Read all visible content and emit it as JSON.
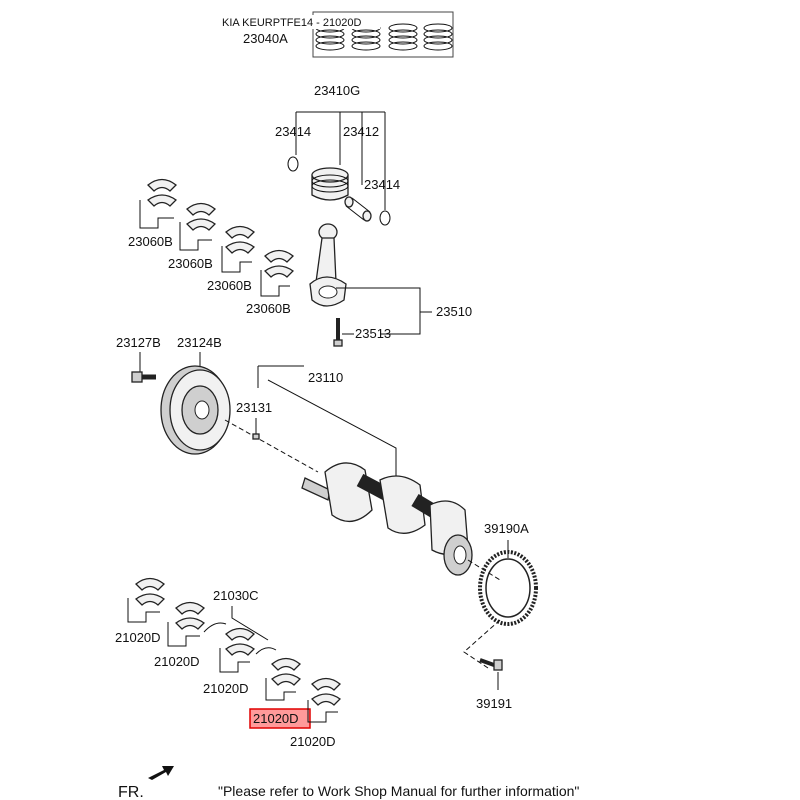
{
  "kit_title": "KIA KEURPTFE14 - 21020D",
  "labels": {
    "ring_set": "23040A",
    "piston_assy": "23410G",
    "snap_ring_left": "23414",
    "piston_pin": "23412",
    "snap_ring_right": "23414",
    "conrod_bearing_1": "23060B",
    "conrod_bearing_2": "23060B",
    "conrod_bearing_3": "23060B",
    "conrod_bearing_4": "23060B",
    "conrod_assy": "23510",
    "conrod_bolt": "23513",
    "damper_bolt": "23127B",
    "damper_pulley": "23124B",
    "crankshaft": "23110",
    "crank_key": "23131",
    "flywheel": "39190A",
    "thrust_washer": "21030C",
    "main_bearing_1": "21020D",
    "main_bearing_2": "21020D",
    "main_bearing_3": "21020D",
    "main_bearing_4": "21020D",
    "main_bearing_5": "21020D",
    "flywheel_bolt": "39191"
  },
  "footer": {
    "direction": "FR.",
    "note": "\"Please refer to Work Shop Manual for further information\""
  },
  "colors": {
    "highlight_fill": "#ff9a9a",
    "highlight_stroke": "#e00000"
  }
}
